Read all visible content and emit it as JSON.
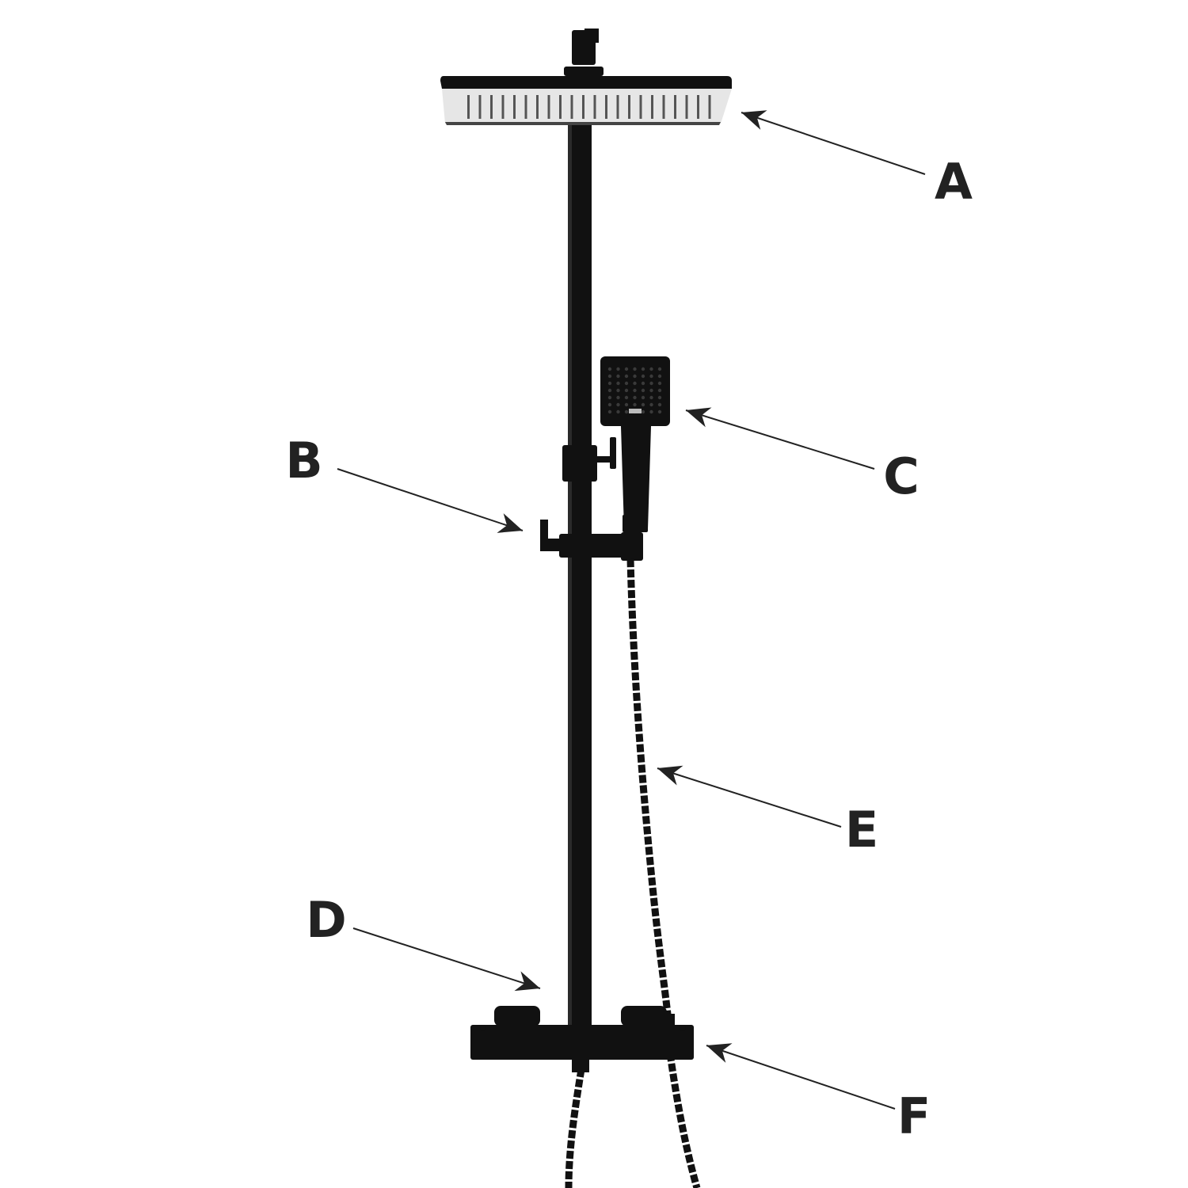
{
  "colors": {
    "background": "#ffffff",
    "fixture": "#111111",
    "fixture_highlight": "#3a3a3a",
    "rain_face": "#e6e6e6",
    "nozzle": "#555555",
    "label": "#222222",
    "arrow": "#222222"
  },
  "callouts": [
    {
      "id": "a",
      "label": "A",
      "points_to": "rain-shower-head"
    },
    {
      "id": "b",
      "label": "B",
      "points_to": "hand-shower-holder-hook"
    },
    {
      "id": "c",
      "label": "C",
      "points_to": "hand-shower"
    },
    {
      "id": "d",
      "label": "D",
      "points_to": "riser-rail"
    },
    {
      "id": "e",
      "label": "E",
      "points_to": "shower-hose"
    },
    {
      "id": "f",
      "label": "F",
      "points_to": "thermostatic-mixer-body"
    }
  ]
}
